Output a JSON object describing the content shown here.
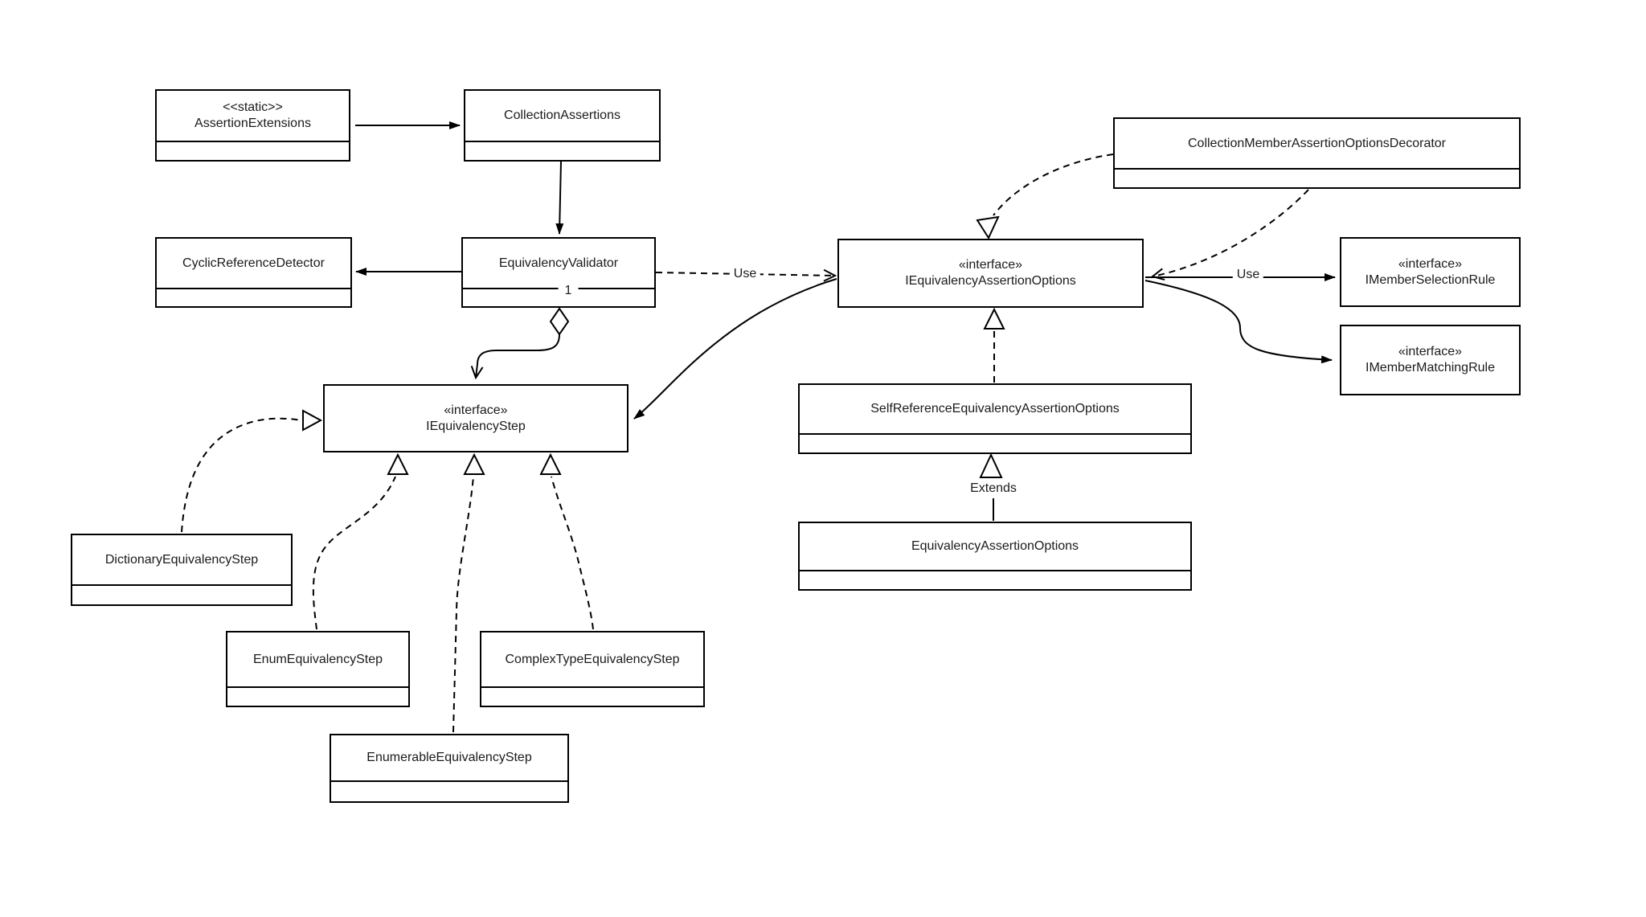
{
  "diagram": {
    "type": "uml-class-diagram",
    "background_color": "#ffffff",
    "stroke_color": "#000000",
    "text_color": "#1b1b1b",
    "nodes": [
      {
        "id": "assertion-extensions",
        "stereotype": "<<static>>",
        "name": "AssertionExtensions"
      },
      {
        "id": "collection-assertions",
        "name": "CollectionAssertions"
      },
      {
        "id": "cyclic-reference-detector",
        "name": "CyclicReferenceDetector"
      },
      {
        "id": "equivalency-validator",
        "name": "EquivalencyValidator"
      },
      {
        "id": "iequivalency-step",
        "stereotype": "«interface»",
        "name": "IEquivalencyStep"
      },
      {
        "id": "iequivalency-assertion-options",
        "stereotype": "«interface»",
        "name": "IEquivalencyAssertionOptions"
      },
      {
        "id": "collection-member-assertion-options-decorator",
        "name": "CollectionMemberAssertionOptionsDecorator"
      },
      {
        "id": "imember-selection-rule",
        "stereotype": "«interface»",
        "name": "IMemberSelectionRule"
      },
      {
        "id": "imember-matching-rule",
        "stereotype": "«interface»",
        "name": "IMemberMatchingRule"
      },
      {
        "id": "self-reference-equivalency-assertion-options",
        "name": "SelfReferenceEquivalencyAssertionOptions"
      },
      {
        "id": "equivalency-assertion-options",
        "name": "EquivalencyAssertionOptions"
      },
      {
        "id": "dictionary-equivalency-step",
        "name": "DictionaryEquivalencyStep"
      },
      {
        "id": "enum-equivalency-step",
        "name": "EnumEquivalencyStep"
      },
      {
        "id": "complex-type-equivalency-step",
        "name": "ComplexTypeEquivalencyStep"
      },
      {
        "id": "enumerable-equivalency-step",
        "name": "EnumerableEquivalencyStep"
      }
    ],
    "edge_labels": {
      "use_validator_options": "Use",
      "use_options_selection": "Use",
      "extends": "Extends",
      "multiplicity": "1"
    },
    "edges": [
      {
        "from": "AssertionExtensions",
        "to": "CollectionAssertions",
        "type": "association-arrow"
      },
      {
        "from": "CollectionAssertions",
        "to": "EquivalencyValidator",
        "type": "association-arrow"
      },
      {
        "from": "EquivalencyValidator",
        "to": "CyclicReferenceDetector",
        "type": "association-arrow"
      },
      {
        "from": "EquivalencyValidator",
        "to": "IEquivalencyAssertionOptions",
        "type": "dashed-dependency",
        "label": "Use"
      },
      {
        "from": "EquivalencyValidator",
        "to": "IEquivalencyStep",
        "type": "aggregation",
        "multiplicity": "1"
      },
      {
        "from": "IEquivalencyAssertionOptions",
        "to": "IEquivalencyStep",
        "type": "association-arrow"
      },
      {
        "from": "DictionaryEquivalencyStep",
        "to": "IEquivalencyStep",
        "type": "dashed-realization"
      },
      {
        "from": "EnumEquivalencyStep",
        "to": "IEquivalencyStep",
        "type": "dashed-realization"
      },
      {
        "from": "EnumerableEquivalencyStep",
        "to": "IEquivalencyStep",
        "type": "dashed-realization"
      },
      {
        "from": "ComplexTypeEquivalencyStep",
        "to": "IEquivalencyStep",
        "type": "dashed-realization"
      },
      {
        "from": "CollectionMemberAssertionOptionsDecorator",
        "to": "IEquivalencyAssertionOptions",
        "type": "dashed-realization"
      },
      {
        "from": "CollectionMemberAssertionOptionsDecorator",
        "to": "IEquivalencyAssertionOptions",
        "type": "dashed-dependency"
      },
      {
        "from": "SelfReferenceEquivalencyAssertionOptions",
        "to": "IEquivalencyAssertionOptions",
        "type": "dashed-realization"
      },
      {
        "from": "IEquivalencyAssertionOptions",
        "to": "IMemberSelectionRule",
        "type": "association-arrow",
        "label": "Use"
      },
      {
        "from": "IEquivalencyAssertionOptions",
        "to": "IMemberMatchingRule",
        "type": "association-arrow"
      },
      {
        "from": "EquivalencyAssertionOptions",
        "to": "SelfReferenceEquivalencyAssertionOptions",
        "type": "generalization",
        "label": "Extends"
      }
    ]
  }
}
